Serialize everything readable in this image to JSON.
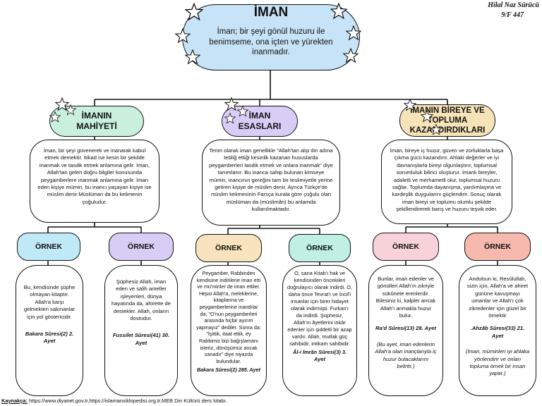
{
  "author": {
    "name": "Hilal Naz Sürücü",
    "class": "9/F 447"
  },
  "main": {
    "title": "İMAN",
    "definition": "İman; bir şeyi gönül huzuru ile benimseme, ona içten ve yürekten inanmadır."
  },
  "colors": {
    "main_bubble": "#c7e3f7",
    "mahiyet": "#c8f0dc",
    "esaslar": "#d9cdf7",
    "kazandirdiklari": "#f7e3b8",
    "ornek1": "#bfe9f7",
    "ornek2": "#d8cdf5",
    "ornek3": "#f7e3bd",
    "ornek4": "#bff0e3",
    "ornek5": "#f7d2d8",
    "ornek6": "#f7b9ad"
  },
  "sections": [
    {
      "title": "İMANIN MAHİYETİ",
      "text": "İman, bir şeyi güvenerek ve inanarak kabul etmek demektir. İtikad ise kesin bir şekilde inanmak ve tasdik etmek anlamına gelir. İman, Allah'tan gelen doğru bilgiler konusunda peygamberlere inanmak anlamına gelir. İman eden kişiye mümin, bu inancı yaşayan kişiye ise müslim denir.Müslüman da bu kelimenin çoğuludur."
    },
    {
      "title": "İMAN ESASLARI",
      "text": "Terim olarak iman genellikle \"Allah'tan alıp din adına tebliğ ettiği kesinlik kazanan hususlarda peygamberleri tasdik etmek ve onlara inanmak\" diye tanımlanır. Bu inanca sahip bulunan kimseye mümin, inancının gereğini tam bir teslimiyetle yerine getiren kişiye de müslim denir. Ayrıca Türkçe'de müslim kelimesinin Farsça kurala göre çoğulu olan müslüman da (müslimân) bu anlamda kullanılmaktadır."
    },
    {
      "title": "İMANIN BİREYE VE TOPLUMA KAZANDIRDIKLARI",
      "text": "İman, bireye iç huzur, güven ve zorluklarla başa çıkma gücü kazandırır. Ahlaki değerler ve iyi davranışlarla bireyi olgunlaştırır, toplumsal sorumluluk bilinci oluşturur. İmanlı bireyler, adaletli ve merhametli olur, toplumsal huzuru sağlar. Toplumda dayanışma, yardımlaşma ve kardeşlik duygularını güçlendirir. Sonuç olarak iman bireyi ve toplumu olumlu şekilde şekillendirerek barış ve huzuru teşvik eder."
    }
  ],
  "ornek_label": "ÖRNEK",
  "examples": [
    {
      "text": "Bu, kendisinde şüphe olmayan kitaptır. Allah'a karşı gelmekten sakınanlar için yol göstericidir.",
      "ref": "Bakara Sûresi(2) 2. Ayet",
      "note": ""
    },
    {
      "text": "Şüphesiz Allah, iman eden ve salih ameller işleyenleri, dünya hayatında da, ahirette de destekler. Allah, onların dostudur.",
      "ref": "Fussilet Sûresi(41) 30. Ayet",
      "note": ""
    },
    {
      "text": "Peygamber, Rabbinden kendisine indirilene iman etti ve mü'minler de iman ettiler. Hepsi Allah'a, meleklerine, kitaplarına ve peygamberlerine inandılar da; \"O'nun peygamberleri arasında hiçbir ayırım yapmayız\" dediler. Sonra da: \"İşittik, itaat ettik, ey Rabbimiz bizi bağışlamanı isteriz, dönüşümüz ancak sanadır\" diye niyazda bulundular.",
      "ref": "Bakara Sûresi(2) 285. Ayet",
      "note": ""
    },
    {
      "text": "O, sana Kitab'ı hak ve kendisinden öncekileri doğrulayıcı olarak indirdi. O, daha önce Tevrat'ı ve İncil'i insanlar için birer hidayet olarak indirmişti. Furkan'ı da indirdi. Şüphesiz, Allah'ın âyetlerini inkâr edenler için şiddetli bir azap vardır. Allah, mutlak güç sahibidir, intikam sahibidir.",
      "ref": "Âl-i İmrân Sûresi(3) 3. Ayet",
      "note": ""
    },
    {
      "text": "Bunlar, iman edenler ve gönülleri Allah'ın zikriyle sükûnete erenlerdir. Bilesiniz ki, kalpler ancak Allah'ı anmakla huzur bulur.",
      "ref": "Ra'd Sûresi(13) 28. Ayet",
      "note": "(Bu ayet, iman edenlerin Allah'a olan inançlarıyla iç huzur bulacaklarını belirtir.)"
    },
    {
      "text": "Andolsun ki, Resûlullah, sizin için, Allah'a ve ahiret gününe kavuşmayı umanlar ve Allah'ı çok zikredenler için güzel bir örnektir",
      "ref": ".Ahzâb Sûresi(33) 21. Ayet",
      "note": "(İman, müminleri iyi ahlaka yönlendirir ve onları topluma örnek bir insan yapar.)"
    }
  ],
  "source": {
    "label": "Kaynakça:",
    "text": " https://www.diyanet.gov.tr,https://islamansiklopedisi.org.tr,MEB Din Kültürü ders kitabı."
  }
}
